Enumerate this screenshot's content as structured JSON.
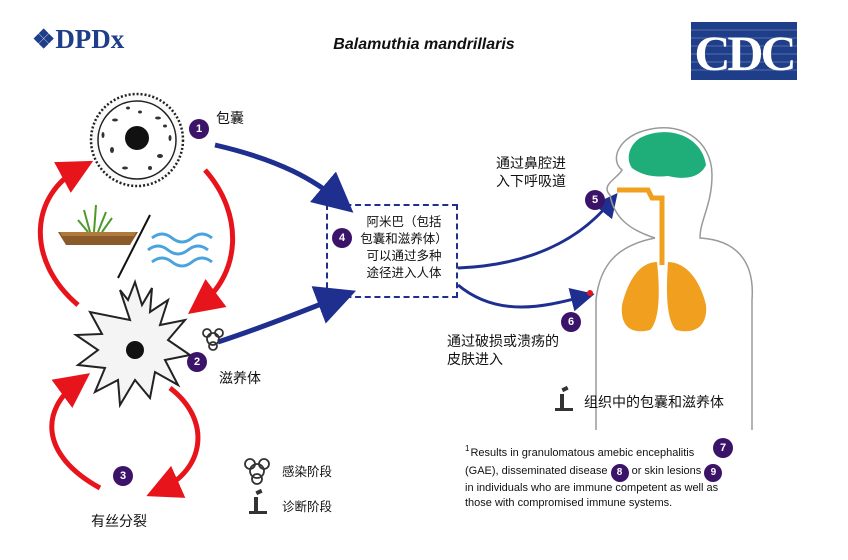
{
  "logo": {
    "text": "DPDx"
  },
  "title": "Balamuthia mandrillaris",
  "cdc_logo": {
    "text": "CDC"
  },
  "stages": {
    "cyst": {
      "num": "1",
      "label": "包囊"
    },
    "trophozoite": {
      "num": "2",
      "label": "滋养体"
    },
    "mitosis": {
      "num": "3",
      "label": "有丝分裂"
    },
    "entry": {
      "num": "4",
      "label": "阿米巴（包括\n包囊和滋养体）\n可以通过多种\n途径进入人体"
    },
    "nasal": {
      "num": "5",
      "label": "通过鼻腔进\n入下呼吸道"
    },
    "skin": {
      "num": "6",
      "label": "通过破损或溃疡的\n皮肤进入"
    },
    "tissue": {
      "label": "组织中的包囊和滋养体"
    }
  },
  "legend": {
    "infective": "感染阶段",
    "diagnostic": "诊断阶段"
  },
  "footnote": {
    "sup": "1",
    "line1": "Results in granulomatous amebic encephalitis",
    "line2a": "(GAE), disseminated disease",
    "badge8": "8",
    "line2b": "or skin lesions",
    "badge9": "9",
    "line3": "in individuals who are immune competent as well as",
    "line4": "those with compromised immune systems.",
    "badge7": "7"
  },
  "colors": {
    "badge": "#3b1369",
    "blue_arrow": "#1f2f8f",
    "red_arrow": "#e8141c",
    "brain": "#1fae7a",
    "lung": "#f0a01e",
    "logo_blue": "#1f3e8a"
  }
}
